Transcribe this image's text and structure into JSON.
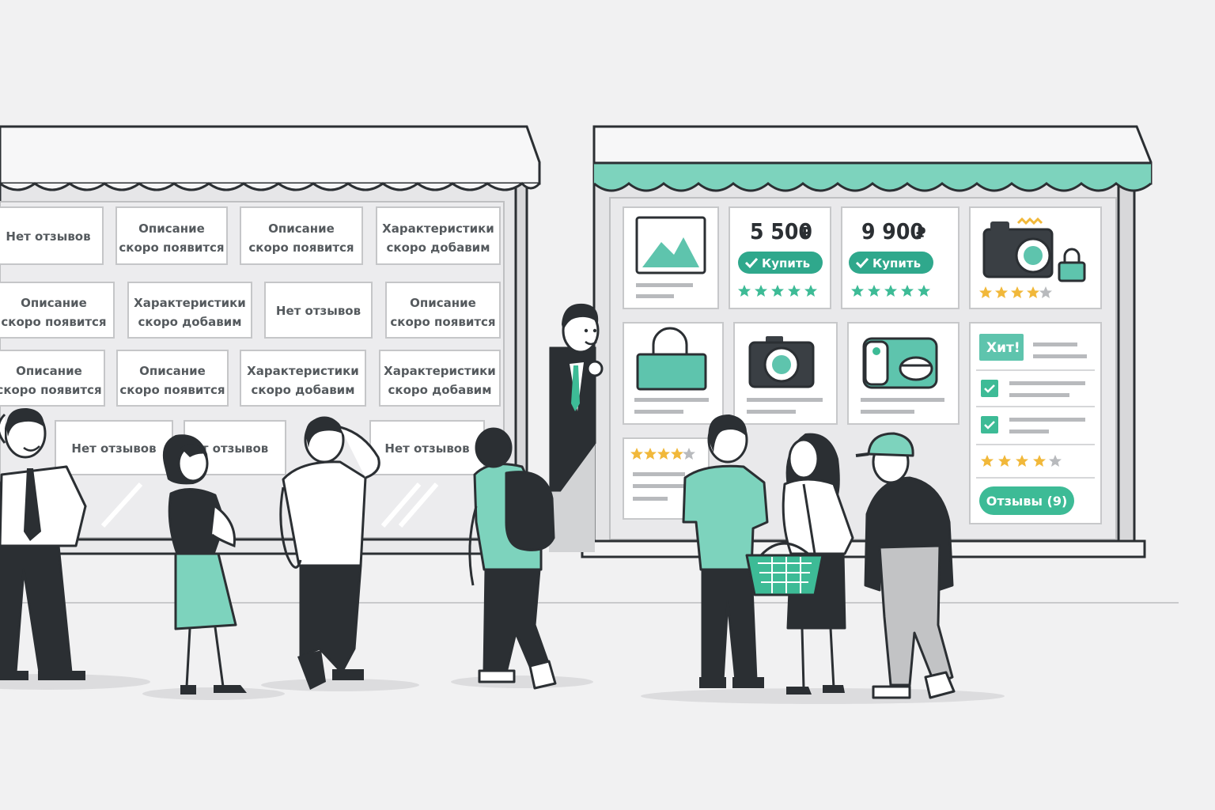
{
  "left_store": {
    "cards": [
      {
        "line1": "Нет отзывов",
        "line2": ""
      },
      {
        "line1": "Описание",
        "line2": "скоро появится"
      },
      {
        "line1": "Описание",
        "line2": "скоро появится"
      },
      {
        "line1": "Характеристики",
        "line2": "скоро добавим"
      },
      {
        "line1": "Описание",
        "line2": "скоро появится"
      },
      {
        "line1": "Характеристики",
        "line2": "скоро добавим"
      },
      {
        "line1": "Нет отзывов",
        "line2": ""
      },
      {
        "line1": "Описание",
        "line2": "скоро появится"
      },
      {
        "line1": "Описание",
        "line2": "скоро появится"
      },
      {
        "line1": "Описание",
        "line2": "скоро появится"
      },
      {
        "line1": "Характеристики",
        "line2": "скоро добавим"
      },
      {
        "line1": "Характеристики",
        "line2": "скоро добавим"
      },
      {
        "line1": "Нет отзывов",
        "line2": ""
      },
      {
        "line1": "т отзывов",
        "line2": ""
      },
      {
        "line1": "Нет отзывов",
        "line2": ""
      }
    ]
  },
  "right_store": {
    "price_1": "5 500",
    "price_2": "9 900",
    "currency": "₽",
    "buy_label": "Купить",
    "hit_badge": "Хит!",
    "reviews_button": "Отзывы (9)"
  },
  "icons": {
    "image_placeholder": "image-placeholder-icon",
    "camera": "camera-icon",
    "bag": "bag-icon",
    "lock": "lock-icon",
    "checkbox": "checkbox-checked-icon",
    "star": "star-icon"
  },
  "colors": {
    "accent": "#5ec4ad",
    "accent_dark": "#2fa88c",
    "ink": "#2b2f33",
    "star_gold": "#f1b83a",
    "star_green": "#3dbb96",
    "background": "#f1f1f2"
  }
}
